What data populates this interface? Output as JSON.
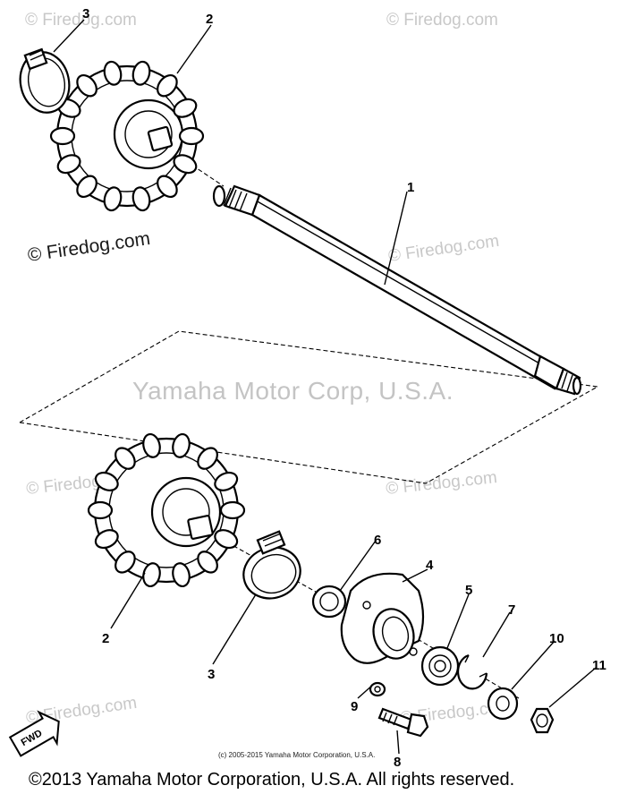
{
  "watermarks": {
    "firedog_faint": "© Firedog.com",
    "firedog_dark": "© Firedog.com",
    "center": "Yamaha Motor Corp, U.S.A."
  },
  "callouts": {
    "c1": "1",
    "c2_top": "2",
    "c2_bottom": "2",
    "c3_top": "3",
    "c3_bottom": "3",
    "c4": "4",
    "c5": "5",
    "c6": "6",
    "c7": "7",
    "c8": "8",
    "c9": "9",
    "c10": "10",
    "c11": "11"
  },
  "fwd_label": "FWD",
  "small_copyright": "(c) 2005-2015 Yamaha Motor Corporation, U.S.A.",
  "footer": "©2013 Yamaha Motor Corporation, U.S.A. All rights reserved.",
  "colors": {
    "line": "#000000",
    "watermark": "#c8c8c8",
    "background": "#ffffff"
  }
}
